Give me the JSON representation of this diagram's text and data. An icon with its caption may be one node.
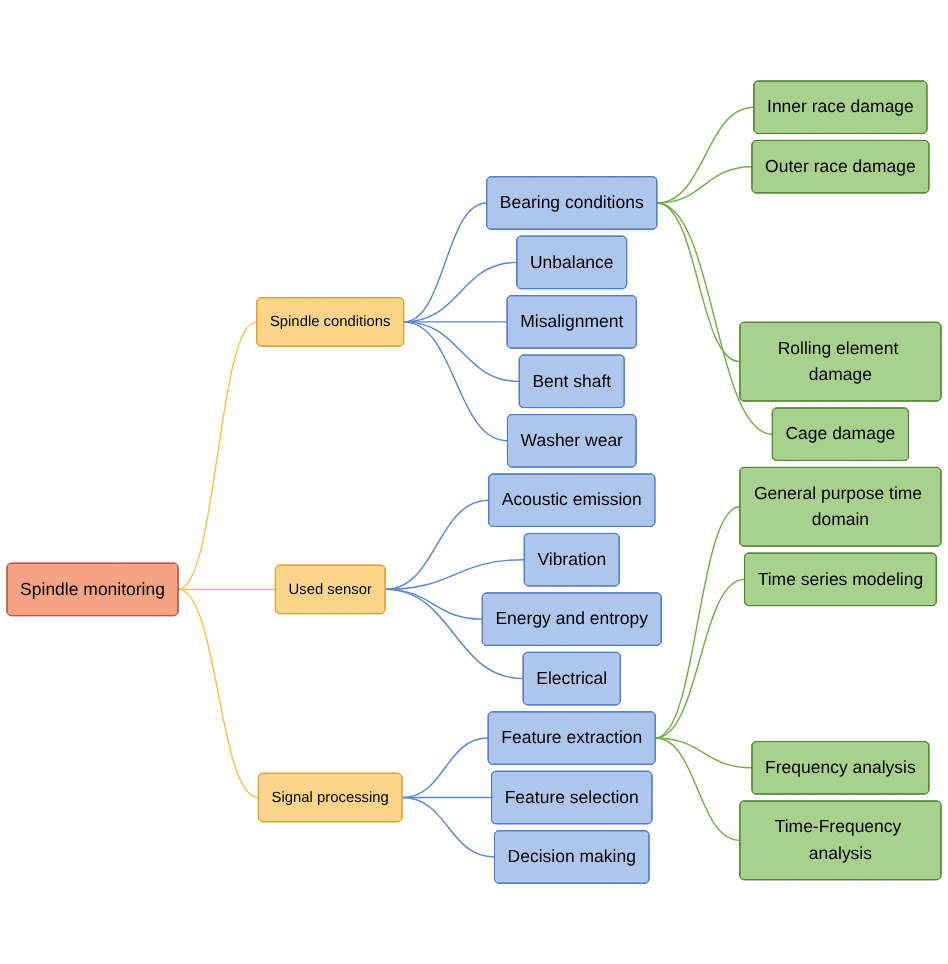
{
  "diagram": {
    "nodes": [
      {
        "text": [
          "Spindle monitoring"
        ]
      },
      {
        "text": [
          "Spindle conditions"
        ]
      },
      {
        "text": [
          "Bearing conditions"
        ]
      },
      {
        "text": [
          "Inner race damage"
        ]
      },
      {
        "text": [
          "Outer race damage"
        ]
      },
      {
        "text": [
          "Rolling element damage"
        ]
      },
      {
        "text": [
          "Cage damage"
        ]
      },
      {
        "text": [
          "Unbalance"
        ]
      },
      {
        "text": [
          "Misalignment"
        ]
      },
      {
        "text": [
          "Bent shaft"
        ]
      },
      {
        "text": [
          "Washer wear"
        ]
      },
      {
        "text": [
          "Used sensor"
        ]
      },
      {
        "text": [
          "Acoustic emission"
        ]
      },
      {
        "text": [
          "Vibration"
        ]
      },
      {
        "text": [
          "Energy and entropy"
        ]
      },
      {
        "text": [
          "Electrical"
        ]
      },
      {
        "text": [
          "Signal processing"
        ]
      },
      {
        "text": [
          "Feature extraction"
        ]
      },
      {
        "text": [
          "General purpose time domain"
        ]
      },
      {
        "text": [
          "Time series modeling"
        ]
      },
      {
        "text": [
          "Frequency analysis"
        ]
      },
      {
        "text": [
          "Time-Frequency analysis"
        ]
      },
      {
        "text": [
          "Feature selection"
        ]
      },
      {
        "text": [
          "Decision making"
        ]
      }
    ],
    "edges": [
      {
        "from": 0,
        "to": 1,
        "arrow": "none",
        "color": "#f2c14e"
      },
      {
        "from": 1,
        "to": 2,
        "arrow": "none"
      },
      {
        "from": 2,
        "to": 3,
        "arrow": "none",
        "color": "#70ad47"
      },
      {
        "from": 2,
        "to": 4,
        "arrow": "none",
        "color": "#70ad47"
      },
      {
        "from": 2,
        "to": 5,
        "arrow": "none",
        "color": "#70ad47"
      },
      {
        "from": 2,
        "to": 6,
        "arrow": "none",
        "color": "#70ad47"
      },
      {
        "from": 1,
        "to": 7,
        "arrow": "none"
      },
      {
        "from": 1,
        "to": 8,
        "arrow": "none"
      },
      {
        "from": 1,
        "to": 9,
        "arrow": "none"
      },
      {
        "from": 1,
        "to": 10,
        "arrow": "none"
      },
      {
        "from": 0,
        "to": 11,
        "arrow": "none",
        "color": "#f2c14e"
      },
      {
        "from": 11,
        "to": 12,
        "arrow": "none"
      },
      {
        "from": 11,
        "to": 13,
        "arrow": "none"
      },
      {
        "from": 11,
        "to": 14,
        "arrow": "none"
      },
      {
        "from": 11,
        "to": 15,
        "arrow": "none"
      },
      {
        "from": 0,
        "to": 16,
        "arrow": "none",
        "color": "#f2c14e"
      },
      {
        "from": 16,
        "to": 17,
        "arrow": "none"
      },
      {
        "from": 17,
        "to": 18,
        "arrow": "none",
        "color": "#70ad47"
      },
      {
        "from": 17,
        "to": 19,
        "arrow": "none",
        "color": "#70ad47"
      },
      {
        "from": 17,
        "to": 20,
        "arrow": "none",
        "color": "#70ad47"
      },
      {
        "from": 17,
        "to": 21,
        "arrow": "none",
        "color": "#70ad47"
      },
      {
        "from": 16,
        "to": 22,
        "arrow": "none"
      },
      {
        "from": 16,
        "to": 23,
        "arrow": "none"
      }
    ]
  }
}
